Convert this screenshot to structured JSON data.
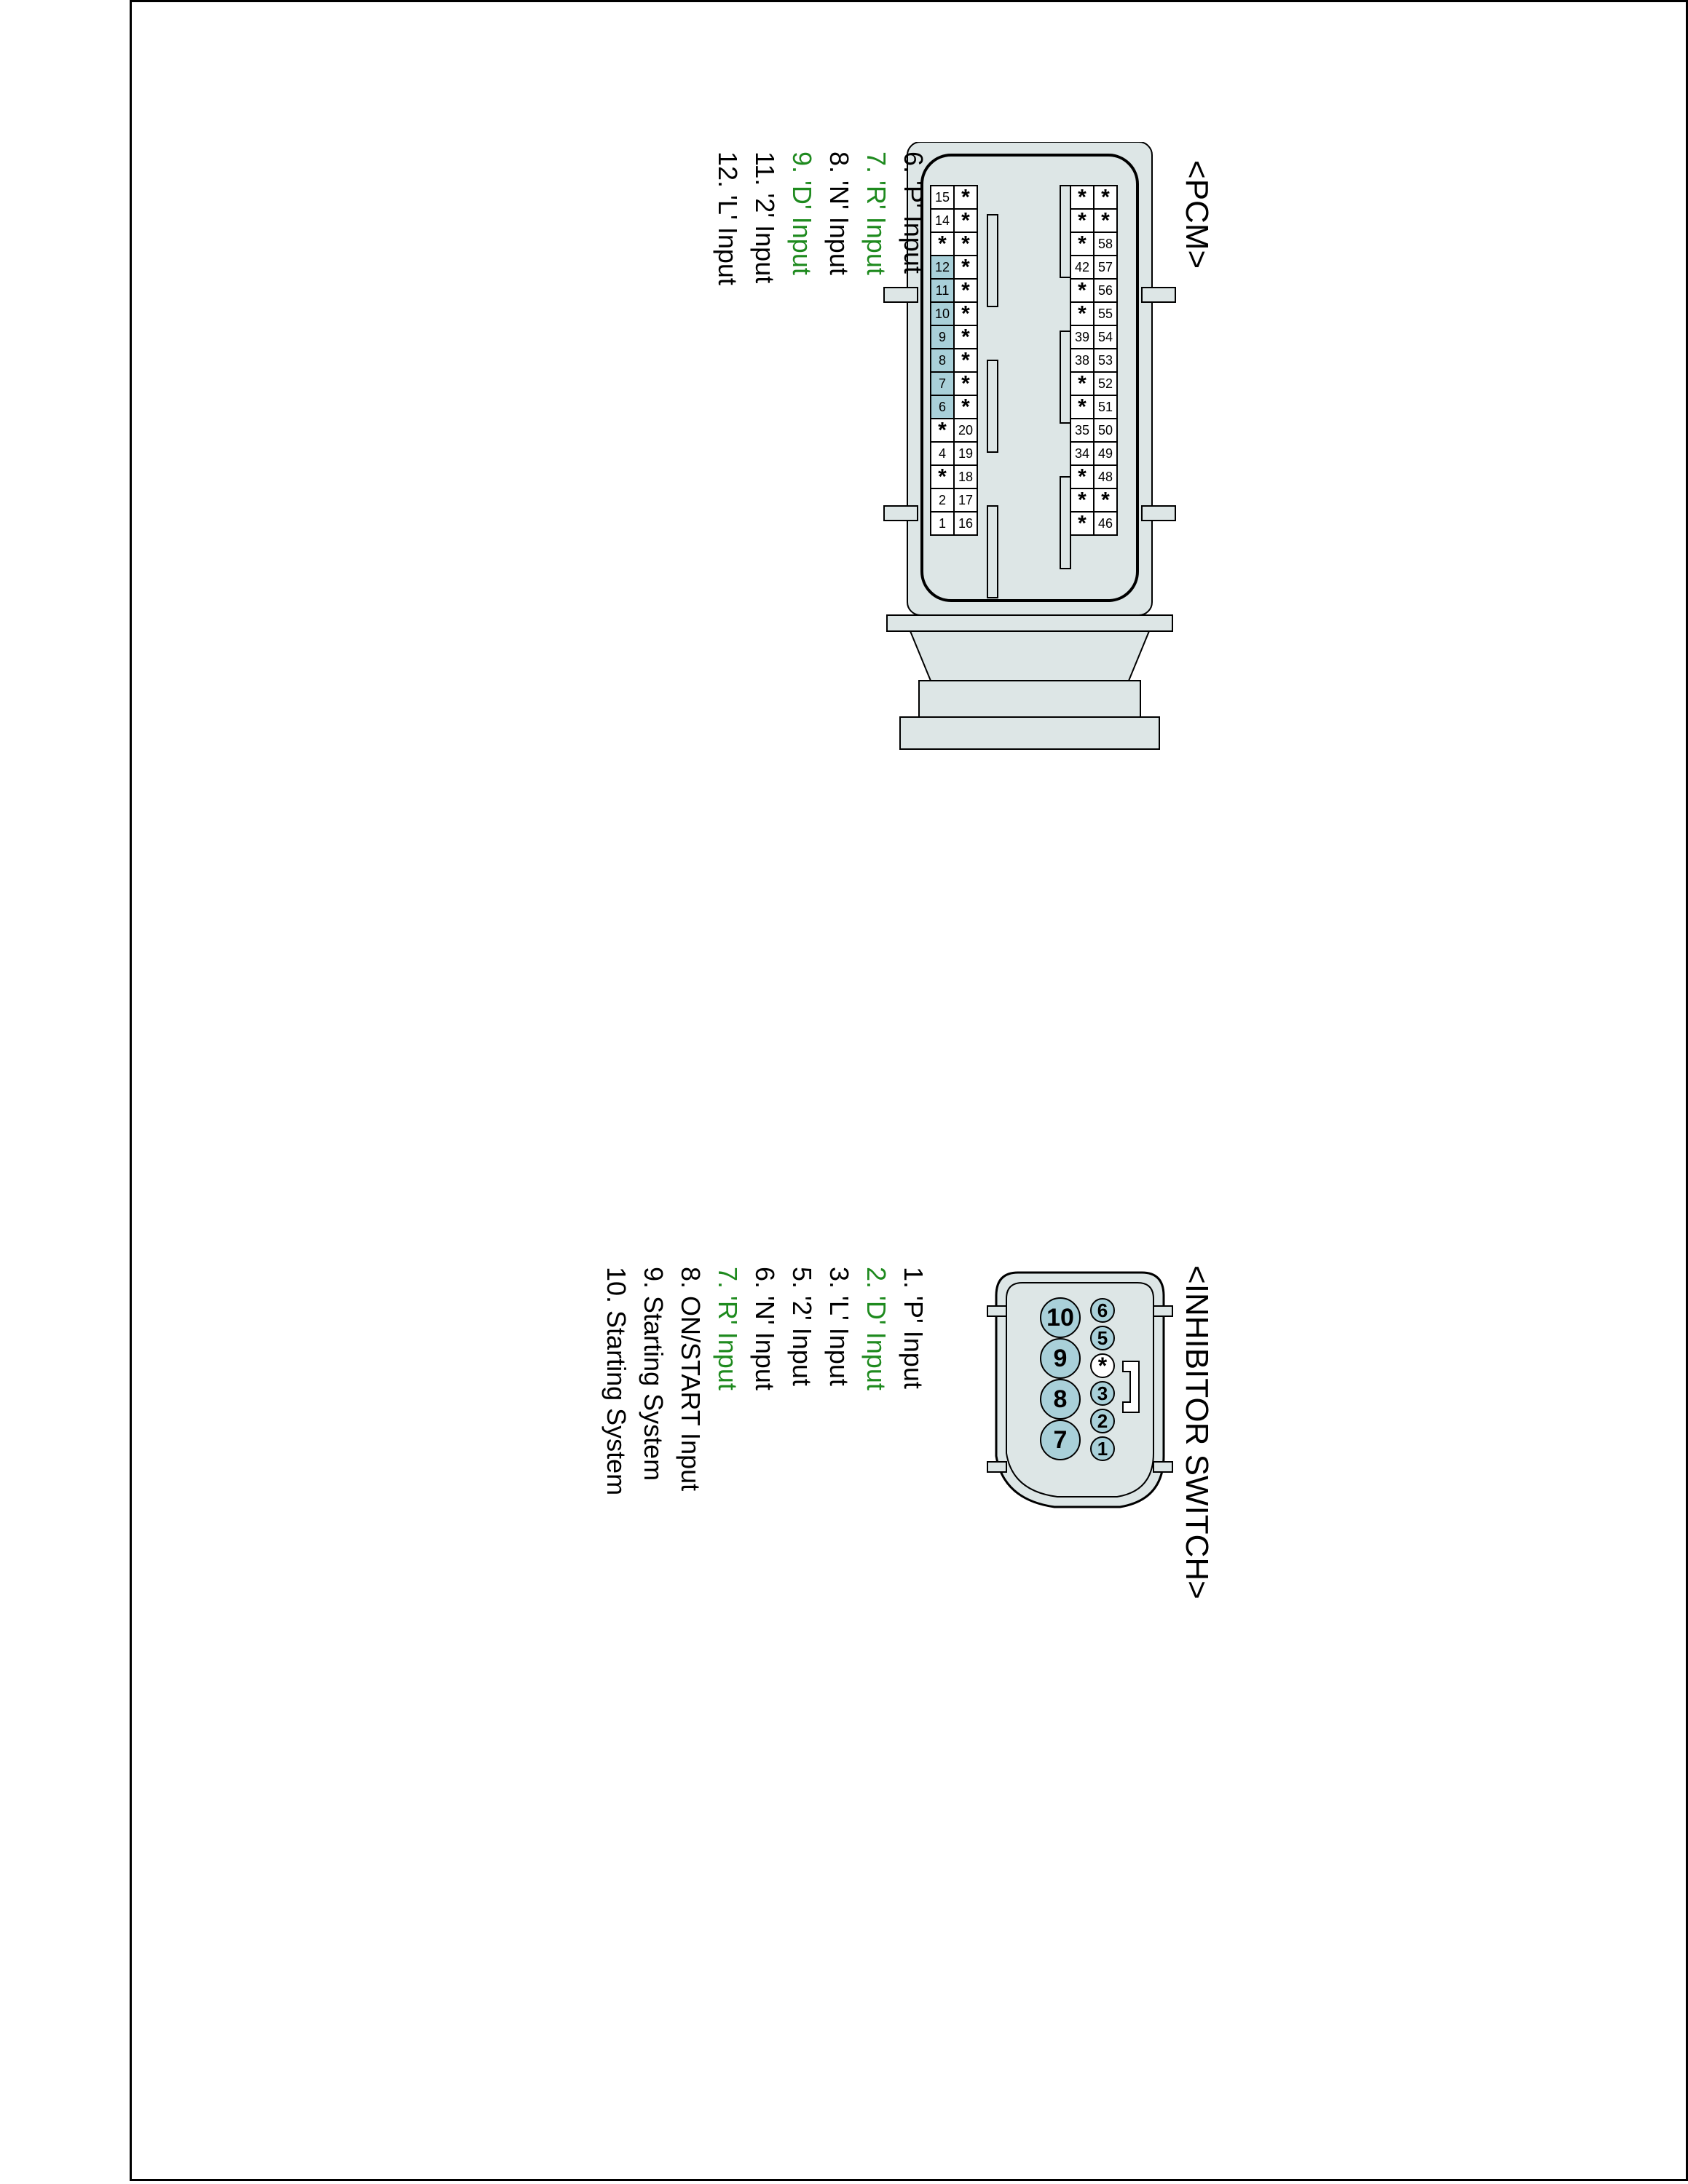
{
  "colors": {
    "connector_body": "#dde6e6",
    "pin_highlight": "#a9d0d9",
    "legend_highlight": "#1e8a1e",
    "outline": "#000000"
  },
  "pcm": {
    "title": "<PCM>",
    "top_row_a": [
      "*",
      "*",
      "58",
      "57",
      "56",
      "55",
      "54",
      "53",
      "52",
      "51",
      "50",
      "49",
      "48",
      "*",
      "46"
    ],
    "top_row_b": [
      "*",
      "*",
      "*",
      "42",
      "*",
      "*",
      "39",
      "38",
      "*",
      "*",
      "35",
      "34",
      "*",
      "*",
      "*"
    ],
    "bottom_row_a": [
      "*",
      "*",
      "*",
      "*",
      "*",
      "*",
      "*",
      "*",
      "*",
      "*",
      "20",
      "19",
      "18",
      "17",
      "16"
    ],
    "bottom_row_b": [
      "15",
      "14",
      "*",
      "12",
      "11",
      "10",
      "9",
      "8",
      "7",
      "6",
      "*",
      "4",
      "*",
      "2",
      "1"
    ],
    "highlighted_pins": [
      "12",
      "11",
      "10",
      "9",
      "8",
      "7",
      "6"
    ],
    "legend": [
      {
        "text": "6. 'P' Input",
        "highlight": false
      },
      {
        "text": "7. 'R' Input",
        "highlight": true
      },
      {
        "text": "8. 'N' Input",
        "highlight": false
      },
      {
        "text": "9. 'D' Input",
        "highlight": true
      },
      {
        "text": "11. '2' Input",
        "highlight": false
      },
      {
        "text": "12. 'L' Input",
        "highlight": false
      }
    ]
  },
  "inhibitor": {
    "title": "<INHIBITOR SWITCH>",
    "small_pins": [
      "6",
      "5",
      "*",
      "3",
      "2",
      "1"
    ],
    "large_pins": [
      "10",
      "9",
      "8",
      "7"
    ],
    "legend": [
      {
        "text": "1. 'P' Input",
        "highlight": false
      },
      {
        "text": "2. 'D' Input",
        "highlight": true
      },
      {
        "text": "3. 'L' Input",
        "highlight": false
      },
      {
        "text": "5. '2' Input",
        "highlight": false
      },
      {
        "text": "6. 'N' Input",
        "highlight": false
      },
      {
        "text": "7. 'R' Input",
        "highlight": true
      },
      {
        "text": "8. ON/START Input",
        "highlight": false
      },
      {
        "text": "9. Starting System",
        "highlight": false
      },
      {
        "text": "10. Starting System",
        "highlight": false
      }
    ]
  }
}
